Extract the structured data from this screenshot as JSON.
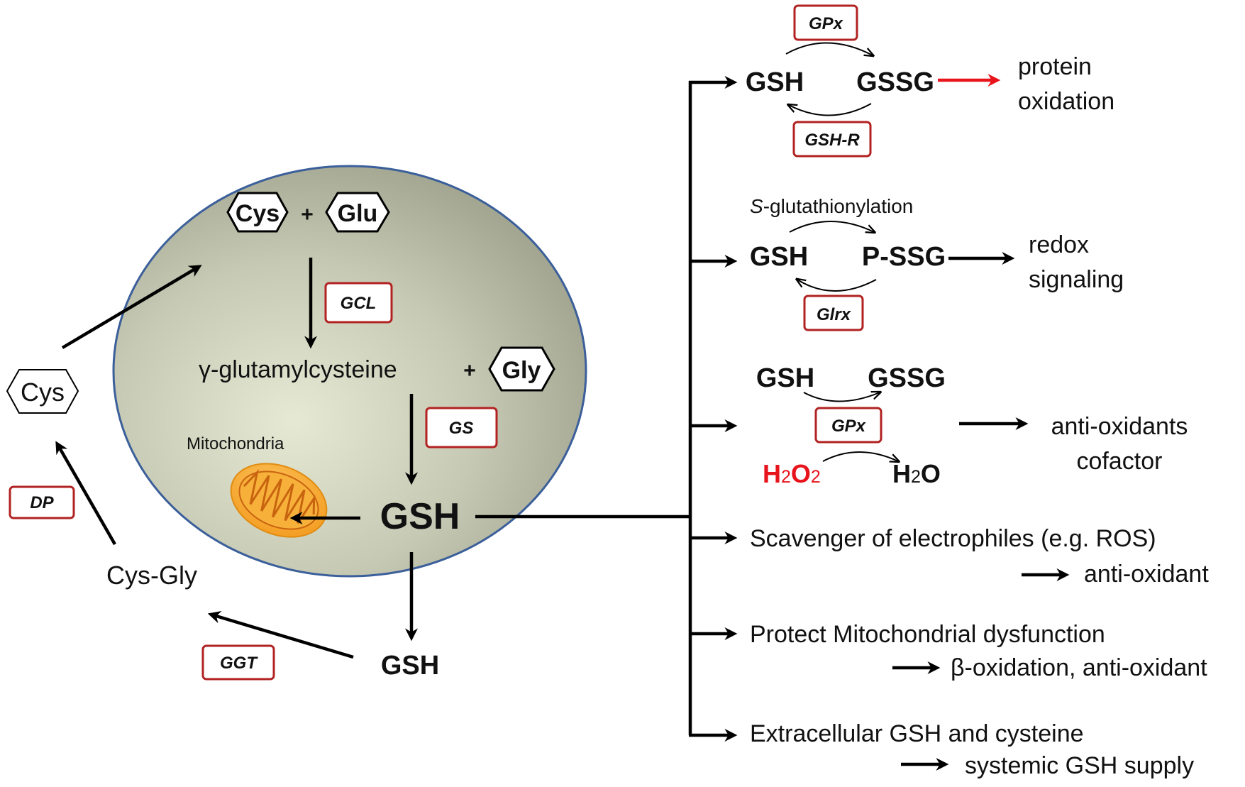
{
  "colors": {
    "cell_fill_center": "#e6e9d4",
    "cell_fill_edge": "#9ea18c",
    "cell_stroke": "#3b5f9a",
    "enzyme_box_stroke": "#b22222",
    "highlight_red": "#e8141c",
    "mitochondria_orange": "#f7a823"
  },
  "cell": {
    "cys": "Cys",
    "plus1": "+",
    "glu": "Glu",
    "gcl": "GCL",
    "gamma_glutamylcysteine": "γ-glutamylcysteine",
    "plus2": "+",
    "gly": "Gly",
    "gs": "GS",
    "mitochondria_label": "Mitochondria",
    "gsh": "GSH"
  },
  "extracellular": {
    "gsh": "GSH",
    "ggt": "GGT",
    "cys_gly": "Cys-Gly",
    "dp": "DP",
    "cys": "Cys"
  },
  "branches": {
    "b1": {
      "enzyme_top": "GPx",
      "gsh": "GSH",
      "gssg": "GSSG",
      "enzyme_bottom": "GSH-R",
      "outcome": [
        "protein",
        "oxidation"
      ]
    },
    "b2": {
      "reaction_italic": "S",
      "reaction_rest": "-glutathionylation",
      "gsh": "GSH",
      "pssg": "P-SSG",
      "enzyme_bottom": "Glrx",
      "outcome": [
        "redox",
        "signaling"
      ]
    },
    "b3": {
      "gsh": "GSH",
      "gssg": "GSSG",
      "enzyme": "GPx",
      "h2o2_h": "H",
      "h2o2_2a": "2",
      "h2o2_o": "O",
      "h2o2_2b": "2",
      "h2o_h": "H",
      "h2o_2": "2",
      "h2o_o": "O",
      "outcome": [
        "anti-oxidants",
        "cofactor"
      ]
    },
    "b4": {
      "line1": "Scavenger  of electrophiles (e.g. ROS)",
      "line2": "anti-oxidant"
    },
    "b5": {
      "line1": "Protect Mitochondrial dysfunction",
      "line2": "β-oxidation, anti-oxidant"
    },
    "b6": {
      "line1": "Extracellular GSH and cysteine",
      "line2": "systemic GSH supply"
    }
  }
}
